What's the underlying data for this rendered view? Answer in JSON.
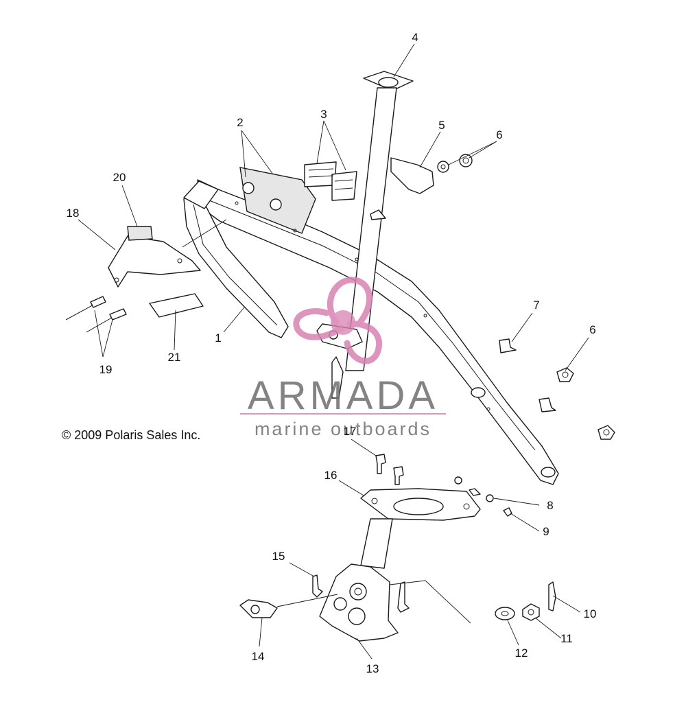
{
  "diagram": {
    "callouts": [
      "1",
      "2",
      "3",
      "4",
      "5",
      "6",
      "6",
      "7",
      "8",
      "9",
      "10",
      "11",
      "12",
      "13",
      "14",
      "15",
      "16",
      "17",
      "18",
      "19",
      "20",
      "21"
    ],
    "copyright": "© 2009 Polaris Sales Inc.",
    "watermark": {
      "brand": "ARMADA",
      "tagline": "marine outboards",
      "accent_color": "#d883b2",
      "text_color": "#6e6e6e"
    }
  }
}
